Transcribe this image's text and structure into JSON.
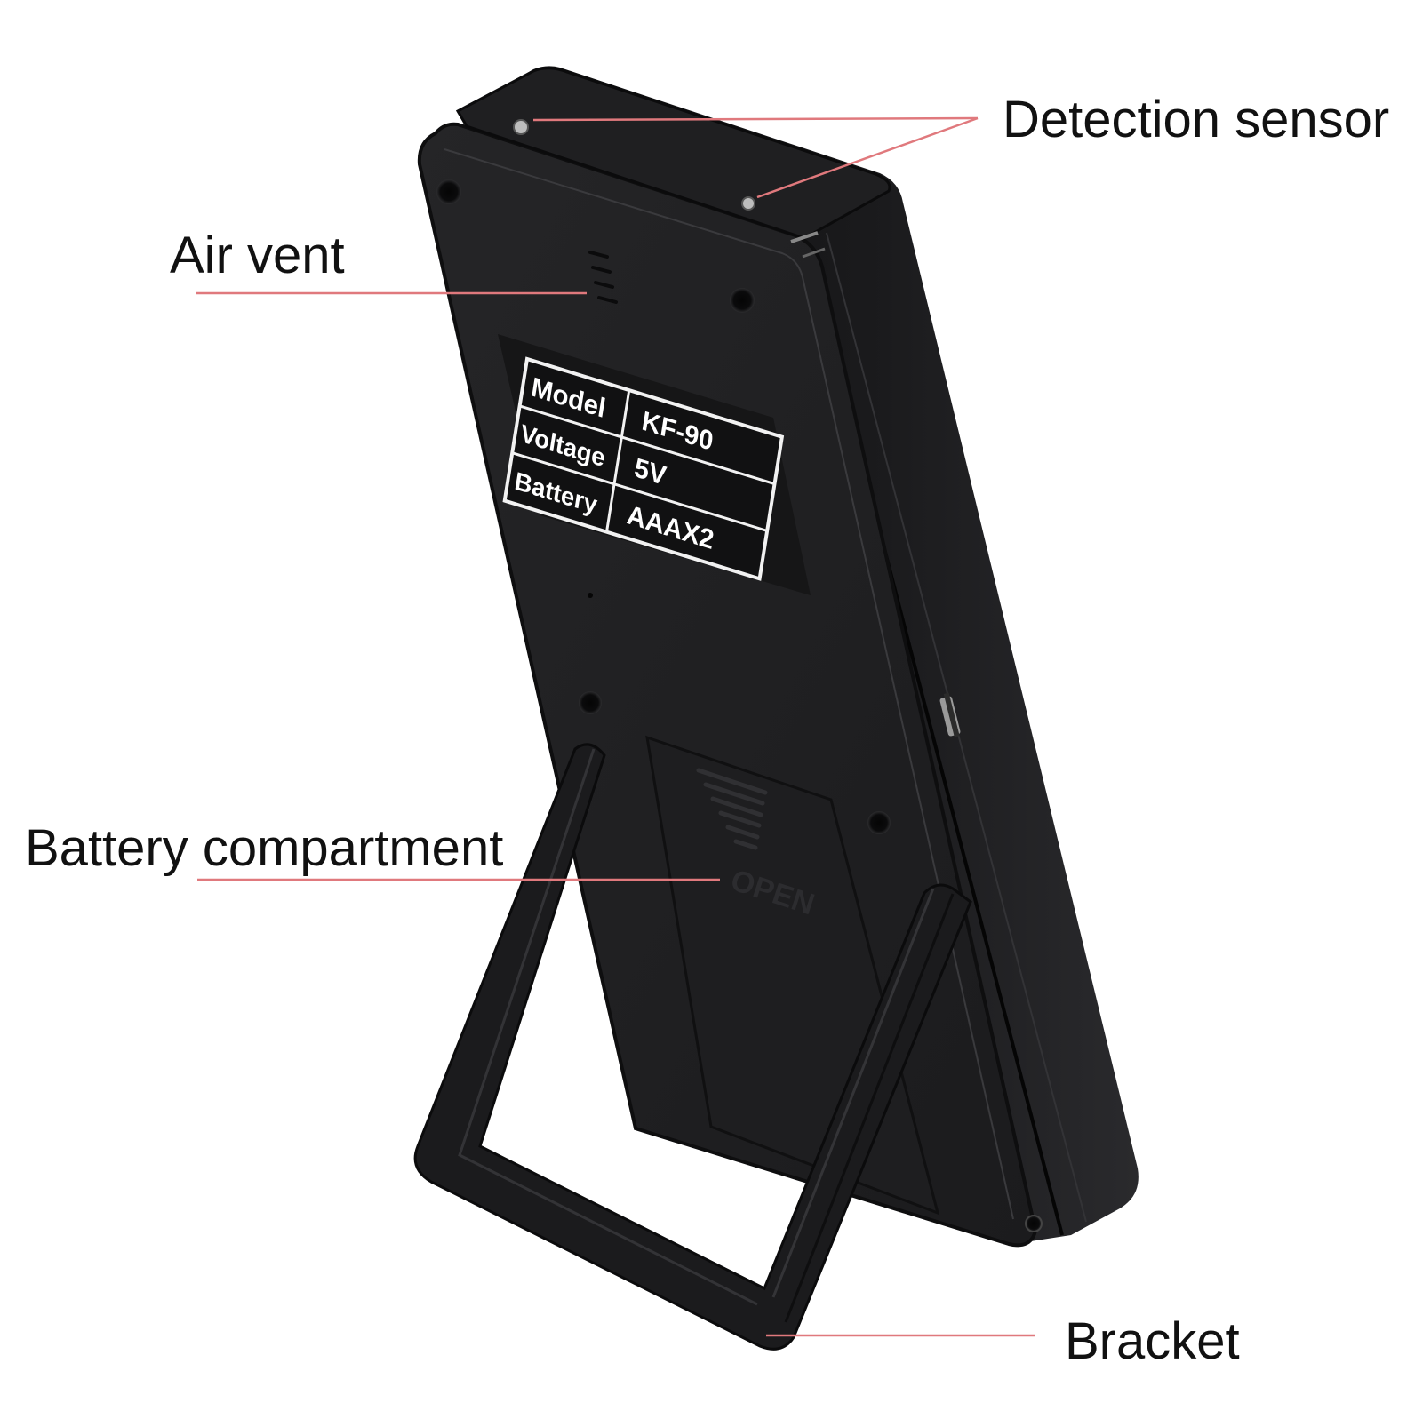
{
  "callouts": {
    "detection_sensor": "Detection sensor",
    "air_vent": "Air vent",
    "battery_compartment": "Battery compartment",
    "bracket": "Bracket"
  },
  "spec_plate": {
    "rows": [
      {
        "label": "Model",
        "value": "KF-90"
      },
      {
        "label": "Voltage",
        "value": "5V"
      },
      {
        "label": "Battery",
        "value": "AAAX2"
      }
    ]
  },
  "battery_cover_text": "OPEN",
  "colors": {
    "callout_line": "#e0797d",
    "device_body": "#1c1c1e",
    "label_text": "#111111"
  }
}
